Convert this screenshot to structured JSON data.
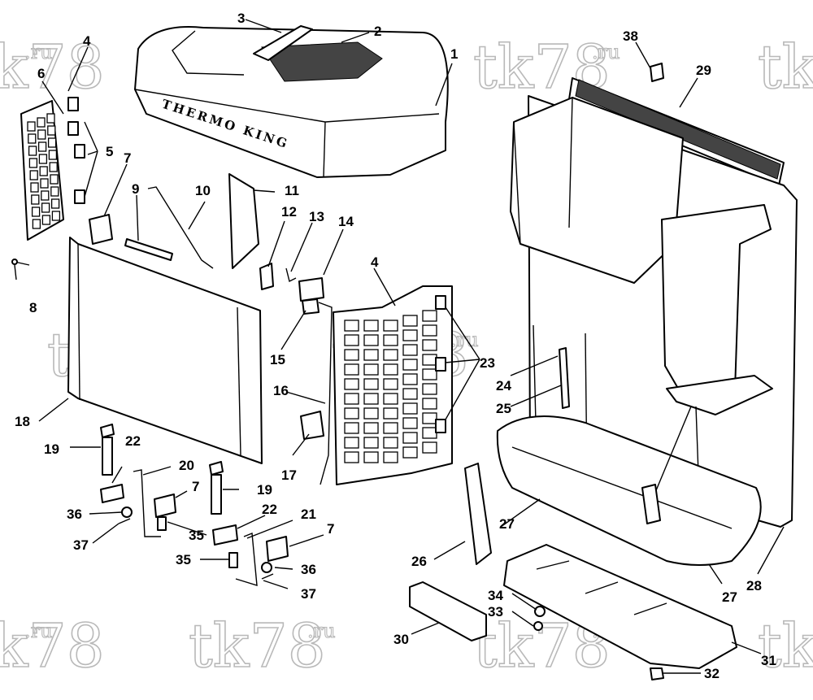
{
  "watermark": {
    "text": "tk78",
    "suffix": ".ru"
  },
  "logo_text": "THERMO KING",
  "callouts": [
    "1",
    "2",
    "3",
    "4",
    "5",
    "6",
    "7",
    "8",
    "9",
    "10",
    "11",
    "12",
    "13",
    "14",
    "15",
    "16",
    "17",
    "18",
    "19",
    "20",
    "21",
    "22",
    "23",
    "24",
    "25",
    "26",
    "27",
    "28",
    "29",
    "30",
    "31",
    "32",
    "33",
    "34",
    "35",
    "36",
    "37",
    "38"
  ]
}
